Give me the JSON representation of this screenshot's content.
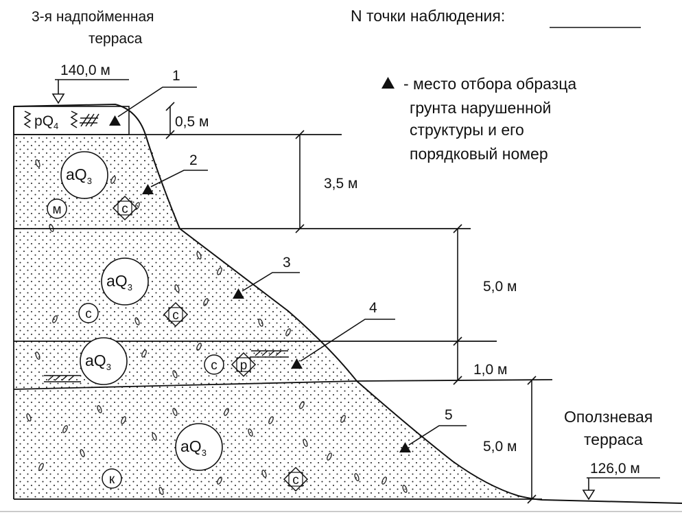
{
  "header": {
    "terrace_line1": "3-я надпойменная",
    "terrace_line2": "терраса",
    "observation_point": "N точки наблюдения:"
  },
  "legend": {
    "line1": "- место отбора образца",
    "line2": "грунта нарушенной",
    "line3": "структуры и его",
    "line4": "порядковый номер"
  },
  "elevations": {
    "top": "140,0 м",
    "bottom": "126,0 м",
    "bottom_caption_line1": "Оползневая",
    "bottom_caption_line2": "терраса"
  },
  "thicknesses": [
    "0,5 м",
    "3,5 м",
    "5,0 м",
    "1,0 м",
    "5,0 м"
  ],
  "samples": [
    "1",
    "2",
    "3",
    "4",
    "5"
  ],
  "layers": {
    "soil": {
      "prefix": "p",
      "main": "Q",
      "index": "4"
    },
    "aq": {
      "prefix": "a",
      "main": "Q",
      "index": "3"
    }
  },
  "symbols": {
    "m": "м",
    "c": "с",
    "p": "р",
    "k": "к"
  },
  "colors": {
    "ink": "#111111",
    "background": "#ffffff"
  }
}
